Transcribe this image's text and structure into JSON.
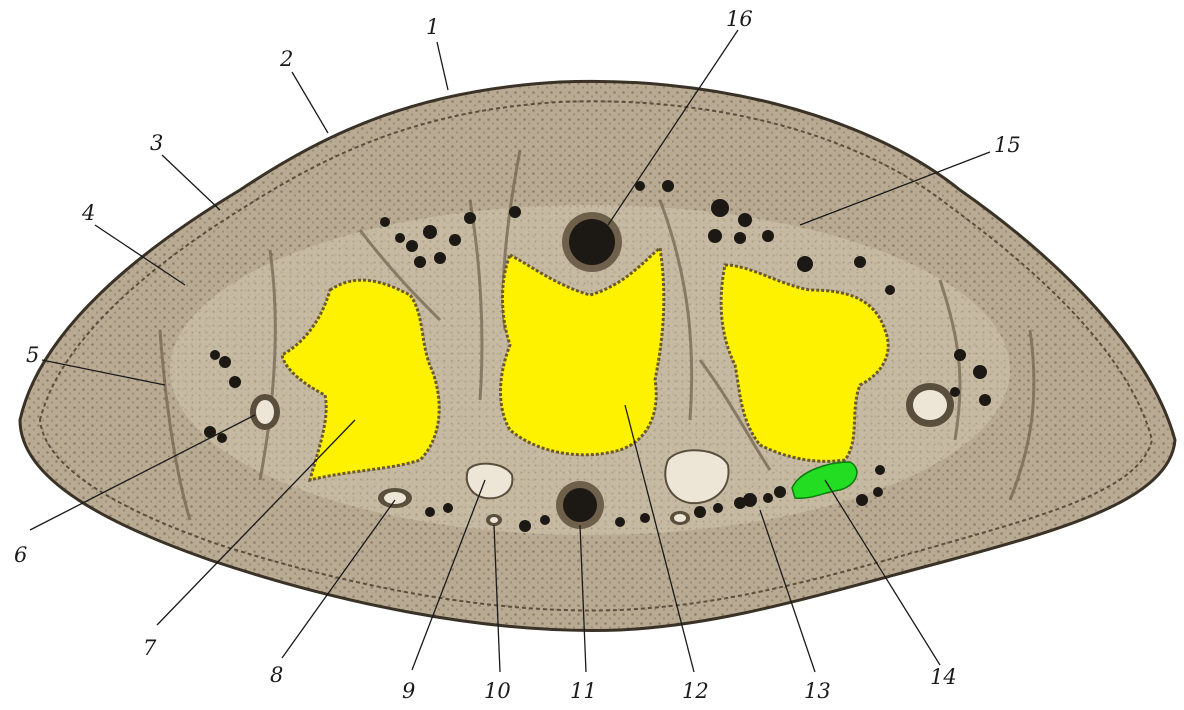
{
  "diagram": {
    "subject": "cross-section",
    "colors": {
      "background": "#ffffff",
      "tissue": "#b9ab93",
      "tissue_dark": "#8f8068",
      "outline": "#3a3226",
      "yellow_cavity": "#fff200",
      "green_structure": "#22dd22",
      "dark_vessel": "#1c1814",
      "light_vessel": "#ede6d6"
    },
    "callouts": [
      {
        "id": "1",
        "label": "1"
      },
      {
        "id": "2",
        "label": "2"
      },
      {
        "id": "3",
        "label": "3"
      },
      {
        "id": "4",
        "label": "4"
      },
      {
        "id": "5",
        "label": "5"
      },
      {
        "id": "6",
        "label": "6"
      },
      {
        "id": "7",
        "label": "7"
      },
      {
        "id": "8",
        "label": "8"
      },
      {
        "id": "9",
        "label": "9"
      },
      {
        "id": "10",
        "label": "10"
      },
      {
        "id": "11",
        "label": "11"
      },
      {
        "id": "12",
        "label": "12"
      },
      {
        "id": "13",
        "label": "13"
      },
      {
        "id": "14",
        "label": "14"
      },
      {
        "id": "15",
        "label": "15"
      },
      {
        "id": "16",
        "label": "16"
      }
    ]
  }
}
